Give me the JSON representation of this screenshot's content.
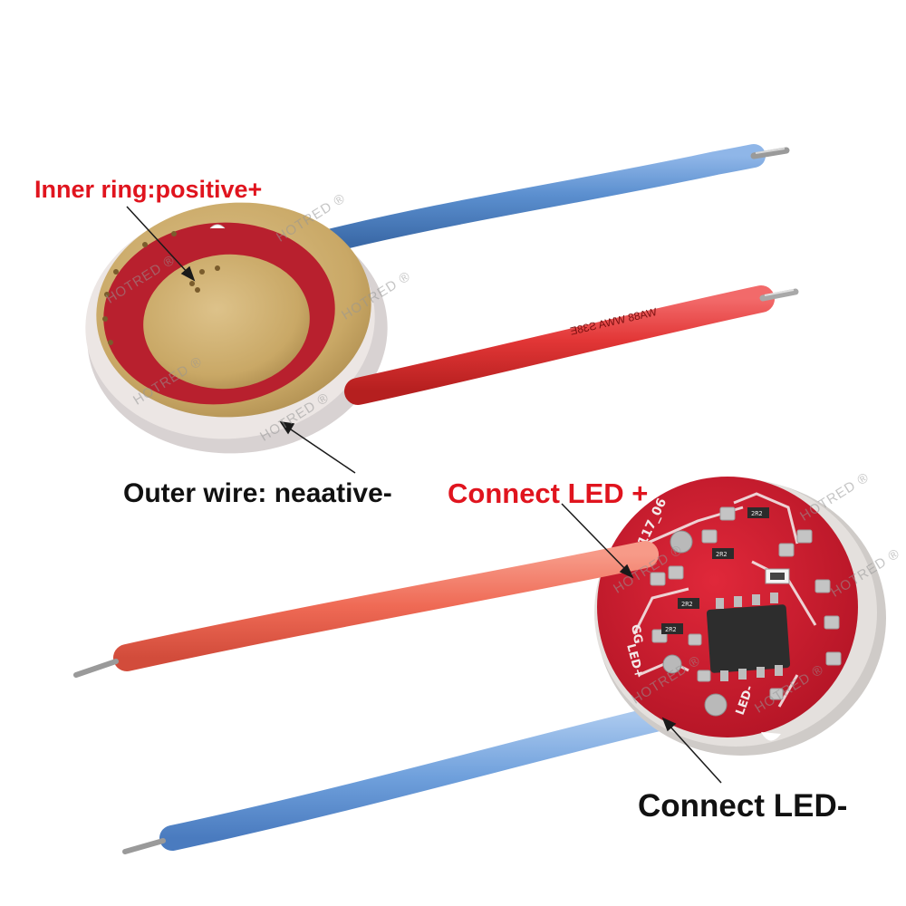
{
  "labels": {
    "inner_ring": "Inner ring:positive+",
    "outer_wire": "Outer wire: neaative-",
    "connect_led_plus": "Connect LED +",
    "connect_led_minus": "Connect LED-"
  },
  "watermark": "HOTRED ®",
  "pcb_silkscreen": {
    "part_code": "6117_06",
    "pad_led_plus": "LED+",
    "pad_led_minus": "LED-",
    "pad_gg": "GG",
    "resistor_code": "2R2"
  },
  "wire_print": "WA88  WWA  S38E",
  "colors": {
    "label_red": "#e0141e",
    "label_black": "#111111",
    "pcb_red": "#c8182a",
    "copper_gold": "#c9a866",
    "wire_blue": "#5b8fcf",
    "wire_red": "#e23636",
    "wire_salmon": "#ef6a55"
  }
}
